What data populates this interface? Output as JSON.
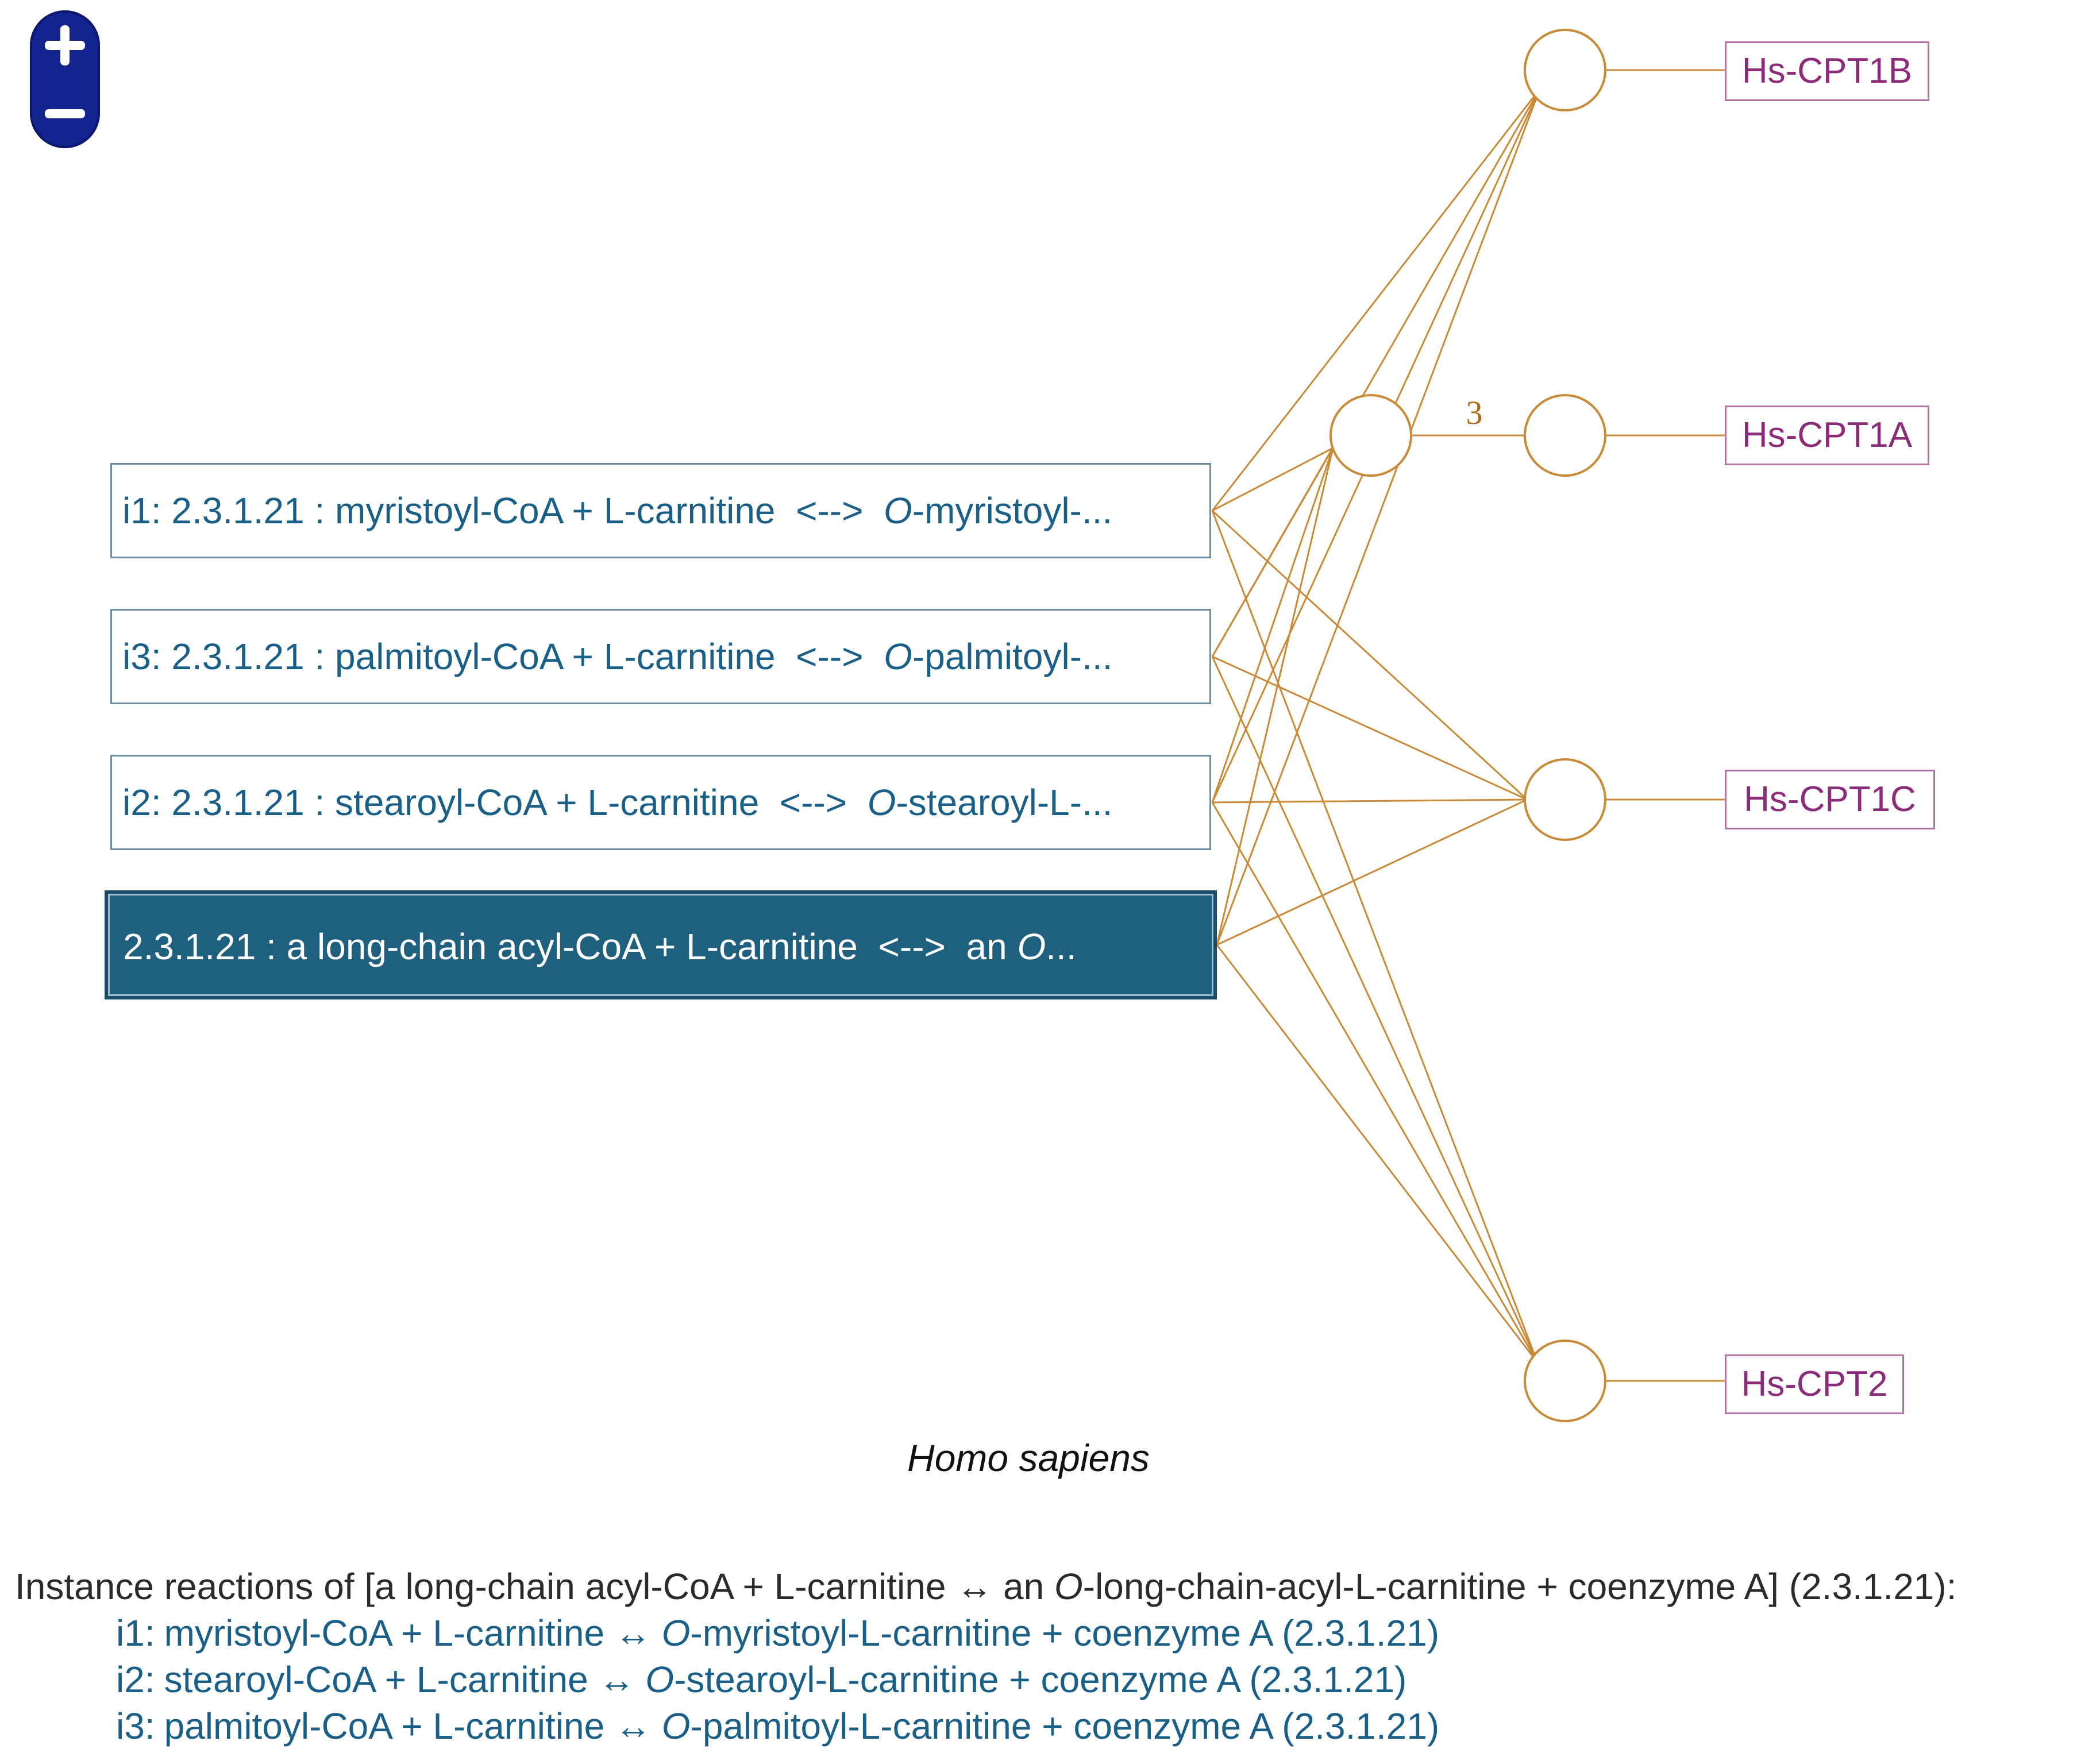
{
  "zoom": {
    "plus_icon": "plus-icon",
    "minus_icon": "minus-icon"
  },
  "reaction_boxes": [
    {
      "id": "i1",
      "prefix": "i1: 2.3.1.21 : myristoyl-CoA + L-carnitine  <-->  ",
      "product_italic": "O",
      "product_rest": "-myristoyl-..."
    },
    {
      "id": "i3",
      "prefix": "i3: 2.3.1.21 : palmitoyl-CoA + L-carnitine  <-->  ",
      "product_italic": "O",
      "product_rest": "-palmitoyl-..."
    },
    {
      "id": "i2",
      "prefix": "i2: 2.3.1.21 : stearoyl-CoA + L-carnitine  <-->  ",
      "product_italic": "O",
      "product_rest": "-stearoyl-L-..."
    },
    {
      "id": "generic",
      "prefix": "2.3.1.21 : a long-chain acyl-CoA + L-carnitine  <-->  an ",
      "product_italic": "O",
      "product_rest": "...",
      "selected": true
    }
  ],
  "genes": [
    {
      "label": "Hs-CPT1B"
    },
    {
      "label": "Hs-CPT1A"
    },
    {
      "label": "Hs-CPT1C"
    },
    {
      "label": "Hs-CPT2"
    }
  ],
  "group_count_label": "3",
  "species": "Homo sapiens",
  "instance_list": {
    "header_prefix": "Instance reactions of [a long-chain acyl-CoA + L-carnitine ↔ an ",
    "header_italic": "O",
    "header_suffix": "-long-chain-acyl-L-carnitine + coenzyme A] (2.3.1.21):",
    "items": [
      {
        "id": "i1:",
        "prefix": "myristoyl-CoA + L-carnitine ↔ ",
        "italic": "O",
        "suffix": "-myristoyl-L-carnitine + coenzyme A (2.3.1.21)"
      },
      {
        "id": "i2:",
        "prefix": "stearoyl-CoA + L-carnitine ↔ ",
        "italic": "O",
        "suffix": "-stearoyl-L-carnitine + coenzyme A (2.3.1.21)"
      },
      {
        "id": "i3:",
        "prefix": "palmitoyl-CoA + L-carnitine ↔ ",
        "italic": "O",
        "suffix": "-palmitoyl-L-carnitine + coenzyme A (2.3.1.21)"
      }
    ]
  },
  "colors": {
    "link": "#c98a38",
    "node_stroke": "#c98a38",
    "count_text": "#b06a12",
    "gene_border": "#b473a3",
    "gene_text": "#8c2b79",
    "reaction_text": "#1a5f88",
    "selected_bg": "#20607f",
    "zoom_bg": "#14248f"
  }
}
